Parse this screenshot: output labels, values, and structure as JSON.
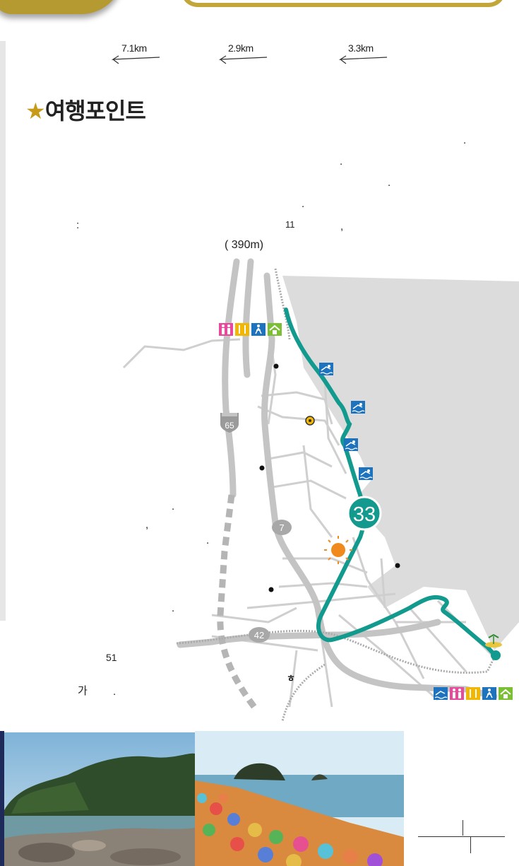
{
  "distances": [
    {
      "label": "7.1km"
    },
    {
      "label": "2.9km"
    },
    {
      "label": "3.3km"
    }
  ],
  "heading": {
    "star": "★",
    "title": "여행포인트"
  },
  "fragments": {
    "p1": ".",
    "p2": ".",
    "p3": ".",
    "p4": ".",
    "colon": ":",
    "eleven": "11",
    "comma": ",",
    "elevation": "(    390m)",
    "m1": ".",
    "m2": ",",
    "m3": ".",
    "m4": ".",
    "fiftyone": "51",
    "ga": "가",
    "gadot": ".",
    "ha": "ㅎ"
  },
  "map": {
    "route_number": "33",
    "road_65": "65",
    "road_7": "7",
    "road_42": "42",
    "colors": {
      "route": "#139a8e",
      "road": "#c4c4c4",
      "sea": "#dcdcdc",
      "swim_icon": "#1e73be"
    }
  },
  "icons": {
    "top_group": [
      "toilet-icon",
      "restaurant-icon",
      "walking-icon",
      "shelter-icon"
    ],
    "bottom_group": [
      "swimming-icon",
      "toilet-icon",
      "restaurant-icon",
      "walking-icon",
      "shelter-icon"
    ]
  }
}
